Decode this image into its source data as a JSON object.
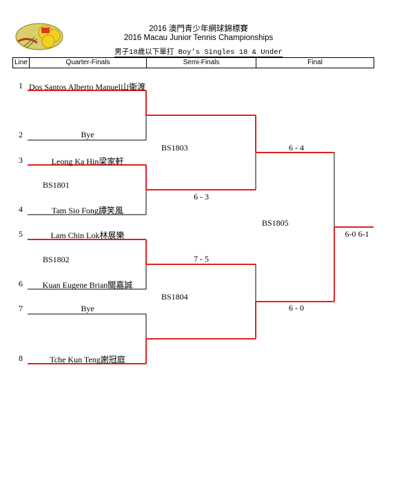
{
  "header": {
    "title_zh": "2016 澳門青少年網球錦標賽",
    "title_en": "2016 Macau Junior Tennis Championships",
    "event": "男子18歲以下單打 Boy’s Singles 18 & Under"
  },
  "columns": {
    "line": "Line",
    "quarter": "Quarter-Finals",
    "semi": "Semi-Finals",
    "final": "Final"
  },
  "draw": [
    {
      "line": "1",
      "name": "Dos Santos Alberto Manuel山衛渡",
      "winner": true
    },
    {
      "line": "2",
      "name": "Bye",
      "winner": false
    },
    {
      "line": "3",
      "name": "Leong Ka Hin梁家軒",
      "winner": true
    },
    {
      "line": "4",
      "name": "Tam Sio Fong譚笑風",
      "winner": false
    },
    {
      "line": "5",
      "name": "Lam Chin Lok林展樂",
      "winner": true
    },
    {
      "line": "6",
      "name": "Kuan Eugene Brian關嘉誠",
      "winner": false
    },
    {
      "line": "7",
      "name": "Bye",
      "winner": false
    },
    {
      "line": "8",
      "name": "Tche Kun Teng謝冠庭",
      "winner": true
    }
  ],
  "matches": {
    "bs1801": {
      "code": "BS1801"
    },
    "bs1802": {
      "code": "BS1802"
    },
    "bs1803": {
      "code": "BS1803",
      "score": "6 - 4"
    },
    "bs1804": {
      "code": "BS1804",
      "score": "6 - 0"
    },
    "bs1805": {
      "code": "BS1805",
      "score": "6-0 6-1"
    },
    "qf2_score": "6 - 3",
    "qf3_score": "7 - 5"
  },
  "colors": {
    "winner": "#e02020",
    "loser": "#000000"
  }
}
